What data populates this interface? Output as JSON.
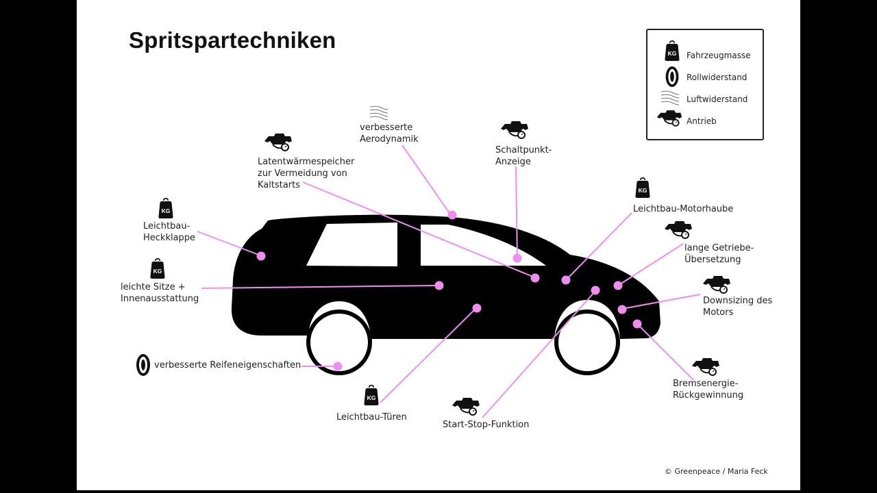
{
  "title": "Spritspartechniken",
  "legend": {
    "items": [
      {
        "icon": "weight-icon",
        "label": "Fahrzeugmasse"
      },
      {
        "icon": "tire-icon",
        "label": "Rollwiderstand"
      },
      {
        "icon": "airflow-icon",
        "label": "Luftwiderstand"
      },
      {
        "icon": "engine-icon",
        "label": "Antrieb"
      }
    ]
  },
  "techniques": [
    {
      "id": "aero",
      "icon": "airflow-icon",
      "label": "verbesserte\nAerodynamik"
    },
    {
      "id": "latent",
      "icon": "engine-icon",
      "label": "Latentwärmespeicher\nzur Vermeidung von\nKaltstarts"
    },
    {
      "id": "shift",
      "icon": "engine-icon",
      "label": "Schaltpunkt-\nAnzeige"
    },
    {
      "id": "hood",
      "icon": "weight-icon",
      "label": "Leichtbau-Motorhaube"
    },
    {
      "id": "tailgate",
      "icon": "weight-icon",
      "label": "Leichtbau-\nHeckklappe"
    },
    {
      "id": "gear",
      "icon": "engine-icon",
      "label": "lange Getriebe-\nÜbersetzung"
    },
    {
      "id": "seats",
      "icon": "weight-icon",
      "label": "leichte Sitze +\nInnenausstattung"
    },
    {
      "id": "downsizing",
      "icon": "engine-icon",
      "label": "Downsizing des\nMotors"
    },
    {
      "id": "tires",
      "icon": "tire-icon",
      "label": "verbesserte Reifeneigenschaften"
    },
    {
      "id": "brake",
      "icon": "engine-icon",
      "label": "Bremsenergie-\nRückgewinnung"
    },
    {
      "id": "doors",
      "icon": "weight-icon",
      "label": "Leichtbau-Türen"
    },
    {
      "id": "startstop",
      "icon": "engine-icon",
      "label": "Start-Stop-Funktion"
    }
  ],
  "colors": {
    "connector": "#f08ef0",
    "silhouette": "#000000"
  },
  "copyright": "Greenpeace / Maria Feck"
}
